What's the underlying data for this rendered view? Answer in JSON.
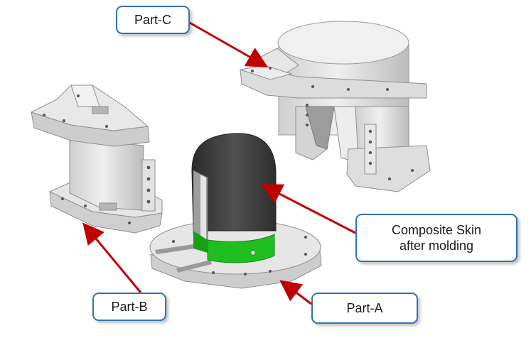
{
  "labels": {
    "part_c": "Part-C",
    "part_b": "Part-B",
    "part_a": "Part-A",
    "skin_line1": "Composite Skin",
    "skin_line2": "after molding"
  },
  "colors": {
    "mold": "#e3e3e3",
    "mold_shadow": "#bdbdbd",
    "skin": "#3c3c3c",
    "skin_band": "#1fbf1f",
    "arrow": "#c00000",
    "callout_border": "#2f75b5"
  }
}
